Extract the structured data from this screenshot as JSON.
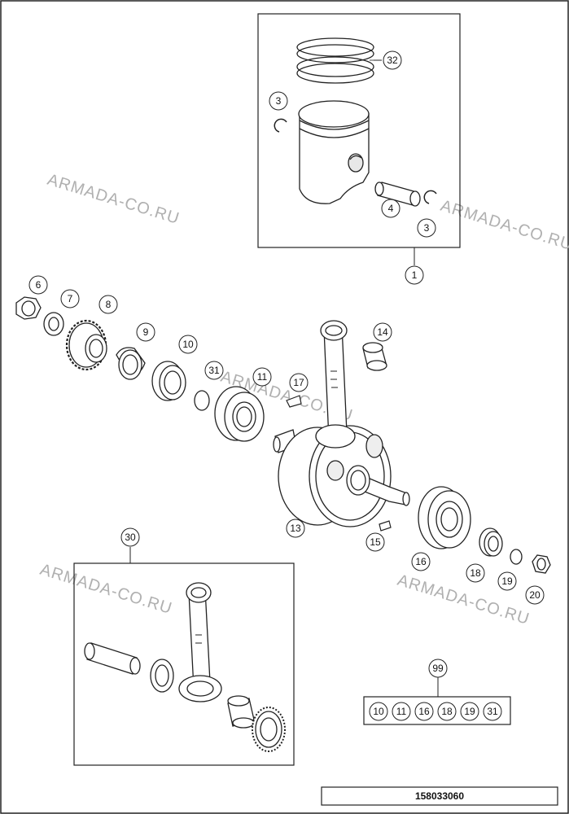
{
  "watermarks": [
    "ARMADA-CO.RU",
    "ARMADA-CO.RU",
    "ARMADA-CO.RU",
    "ARMADA-CO.RU",
    "ARMADA-CO.RU"
  ],
  "drawing_number": "158033060",
  "callouts": {
    "c1": "1",
    "c3a": "3",
    "c3b": "3",
    "c4": "4",
    "c32": "32",
    "c6": "6",
    "c7": "7",
    "c8": "8",
    "c9": "9",
    "c10": "10",
    "c11": "11",
    "c13": "13",
    "c14": "14",
    "c15": "15",
    "c16": "16",
    "c17": "17",
    "c18": "18",
    "c19": "19",
    "c20": "20",
    "c30": "30",
    "c31": "31",
    "c99": "99"
  },
  "kit_99_items": [
    "10",
    "11",
    "16",
    "18",
    "19",
    "31"
  ]
}
